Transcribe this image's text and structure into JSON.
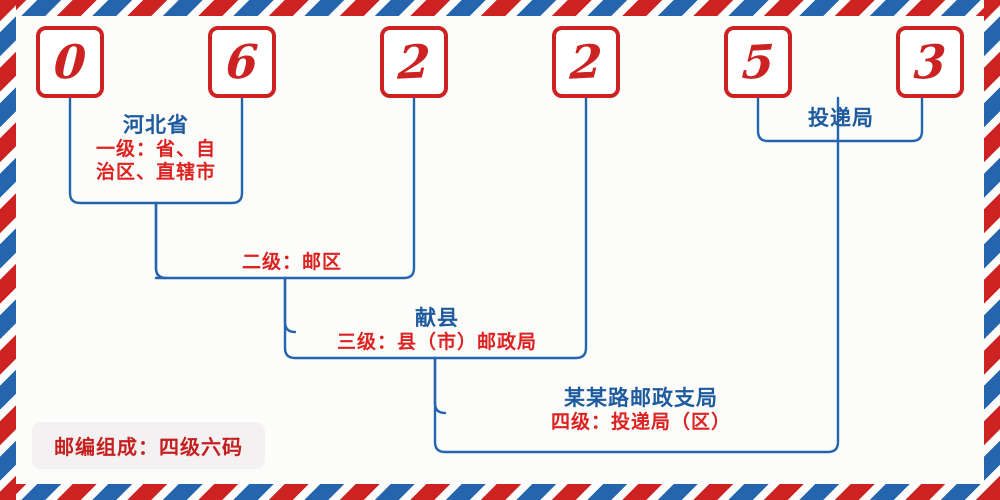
{
  "postal_code": {
    "digits": [
      "0",
      "6",
      "2",
      "2",
      "5",
      "3"
    ]
  },
  "caption": {
    "text": "邮编组成：四级六码"
  },
  "levels": [
    {
      "key": "level1",
      "title": "河北省",
      "desc_line1": "一级：省、自",
      "desc_line2": "治区、直辖市"
    },
    {
      "key": "level2",
      "title": "",
      "desc_line1": "二级：邮区",
      "desc_line2": ""
    },
    {
      "key": "level3",
      "title": "献县",
      "desc_line1": "三级：县（市）邮政局",
      "desc_line2": ""
    },
    {
      "key": "level4",
      "title": "某某路邮政支局",
      "desc_line1": "四级：投递局（区）",
      "desc_line2": ""
    },
    {
      "key": "level5",
      "title": "投递局",
      "desc_line1": "",
      "desc_line2": ""
    }
  ],
  "colors": {
    "red": "#cc2222",
    "blue": "#2565ae",
    "title_blue": "#1d5a9e",
    "desc_red": "#dd2222",
    "paper": "#fcfdfa",
    "caption_bg": "#f4f1f2"
  }
}
